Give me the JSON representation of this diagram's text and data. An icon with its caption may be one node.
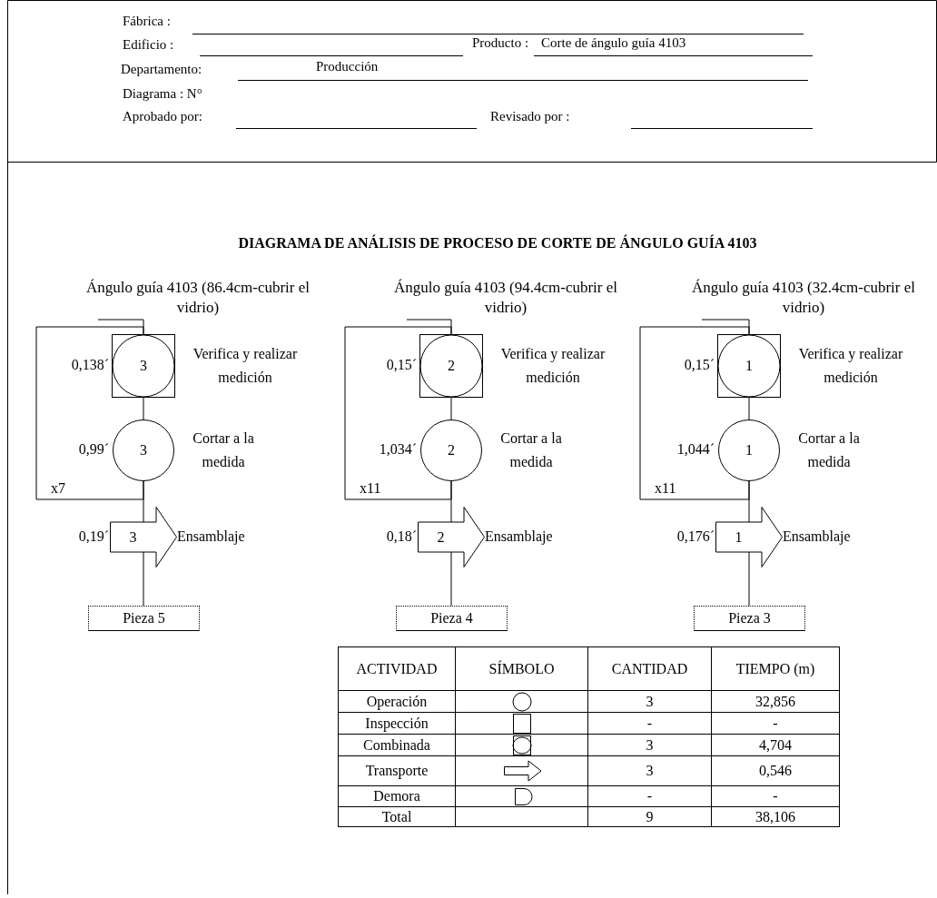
{
  "diagram": {
    "title": "DIAGRAMA DE ANÁLISIS DE PROCESO DE CORTE DE ÁNGULO GUÍA 4103",
    "nodes": [
      {
        "text": [
          "Ángulo guía 4103 (86.4cm-cubrir el vidrio)"
        ]
      },
      {
        "text": [
          "3"
        ],
        "beside": [
          "0,138´",
          "Verifica y realizar medición"
        ]
      },
      {
        "text": [
          "3"
        ],
        "beside": [
          "0,99´",
          "Cortar a la medida"
        ]
      },
      {
        "text": [
          "3"
        ],
        "beside": [
          "0,19´",
          "Ensamblaje"
        ]
      },
      {
        "text": [
          "Pieza 5"
        ]
      },
      {
        "text": [
          "Ángulo guía 4103 (94.4cm-cubrir el vidrio)"
        ]
      },
      {
        "text": [
          "2"
        ],
        "beside": [
          "0,15´",
          "Verifica y realizar medición"
        ]
      },
      {
        "text": [
          "2"
        ],
        "beside": [
          "1,034´",
          "Cortar a la medida"
        ]
      },
      {
        "text": [
          "2"
        ],
        "beside": [
          "0,18´",
          "Ensamblaje"
        ]
      },
      {
        "text": [
          "Pieza 4"
        ]
      },
      {
        "text": [
          "Ángulo guía 4103 (32.4cm-cubrir el vidrio)"
        ]
      },
      {
        "text": [
          "1"
        ],
        "beside": [
          "0,15´",
          "Verifica y realizar medición"
        ]
      },
      {
        "text": [
          "1"
        ],
        "beside": [
          "1,044´",
          "Cortar a la medida"
        ]
      },
      {
        "text": [
          "1"
        ],
        "beside": [
          "0,176´",
          "Ensamblaje"
        ]
      },
      {
        "text": [
          "Pieza 3"
        ]
      }
    ],
    "edges": [
      {
        "from": 0,
        "to": 1,
        "arrow": "none"
      },
      {
        "from": 1,
        "to": 2,
        "arrow": "none"
      },
      {
        "from": 2,
        "to": 3,
        "arrow": "none"
      },
      {
        "from": 3,
        "to": 4,
        "arrow": "none"
      },
      {
        "from": 2,
        "to": 1,
        "arrow": "none",
        "label": "x7"
      },
      {
        "from": 5,
        "to": 6,
        "arrow": "none"
      },
      {
        "from": 6,
        "to": 7,
        "arrow": "none"
      },
      {
        "from": 7,
        "to": 8,
        "arrow": "none"
      },
      {
        "from": 8,
        "to": 9,
        "arrow": "none"
      },
      {
        "from": 7,
        "to": 6,
        "arrow": "none",
        "label": "x11"
      },
      {
        "from": 10,
        "to": 11,
        "arrow": "none"
      },
      {
        "from": 11,
        "to": 12,
        "arrow": "none"
      },
      {
        "from": 12,
        "to": 13,
        "arrow": "none"
      },
      {
        "from": 13,
        "to": 14,
        "arrow": "none"
      },
      {
        "from": 12,
        "to": 11,
        "arrow": "none",
        "label": "x11"
      }
    ],
    "labels": [
      "Fábrica :",
      "Edificio :",
      "Producto :",
      "Corte de ángulo guía 4103",
      "Departamento:",
      "Producción",
      "Diagrama : N°",
      "Aprobado por:",
      "Revisado por :",
      "ACTIVIDAD",
      "SÍMBOLO",
      "CANTIDAD",
      "TIEMPO (m)",
      "Operación",
      "3",
      "32,856",
      "Inspección",
      "-",
      "-",
      "Combinada",
      "3",
      "4,704",
      "Transporte",
      "3",
      "0,546",
      "Demora",
      "-",
      "-",
      "Total",
      "9",
      "38,106"
    ]
  }
}
